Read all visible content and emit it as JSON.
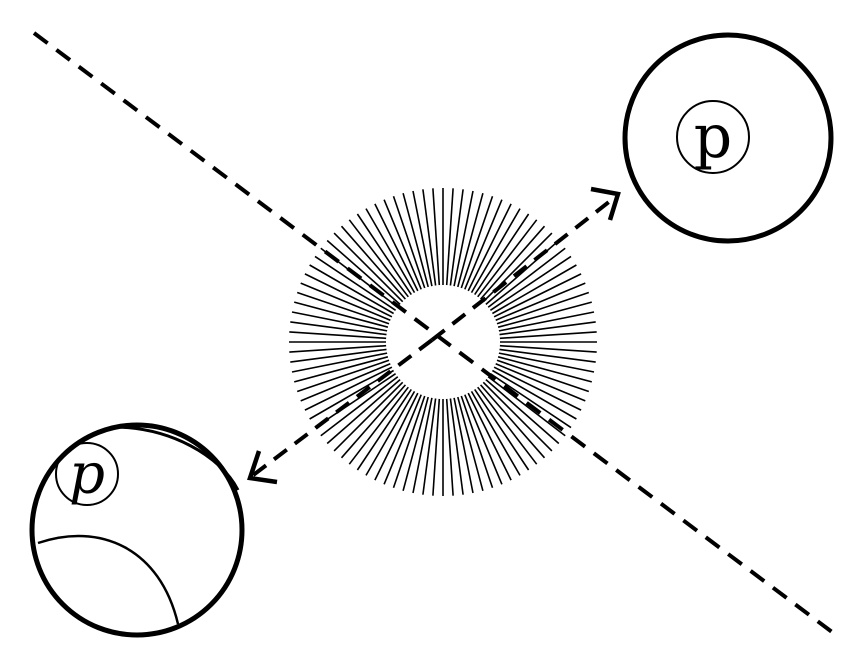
{
  "colors": {
    "background": "#ffffff",
    "ink": "#000000"
  },
  "diagram": {
    "ray_count": 96,
    "particles": [
      {
        "id": "upper-right",
        "label": "p",
        "style": "upright"
      },
      {
        "id": "lower-left",
        "label": "p",
        "style": "italic"
      }
    ]
  }
}
